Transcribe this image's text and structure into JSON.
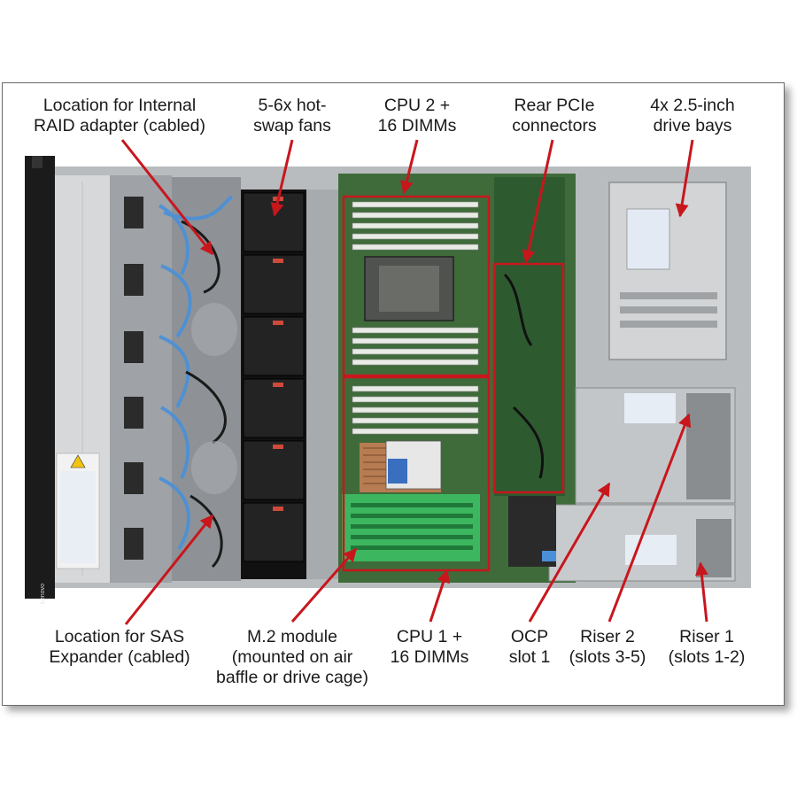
{
  "callouts": {
    "raid": "Location for Internal\nRAID adapter (cabled)",
    "fans": "5-6x hot-\nswap fans",
    "cpu2": "CPU 2 +\n16 DIMMs",
    "pcie": "Rear PCIe\nconnectors",
    "drives": "4x 2.5-inch\ndrive bays",
    "sas": "Location for SAS\nExpander (cabled)",
    "m2": "M.2 module\n(mounted on air\nbaffle or drive cage)",
    "cpu1": "CPU 1 +\n16 DIMMs",
    "ocp": "OCP\nslot 1",
    "riser2": "Riser 2\n(slots 3-5)",
    "riser1": "Riser 1\n(slots 1-2)"
  },
  "front_bezel_brand": "Lenovo",
  "colors": {
    "callout_arrow": "#c8161d",
    "highlight_box": "#c8161d",
    "m2_highlight": "#3ecf6e",
    "pcb_green": "#3f6b3a",
    "chassis_gray": "#b9bcbf"
  }
}
